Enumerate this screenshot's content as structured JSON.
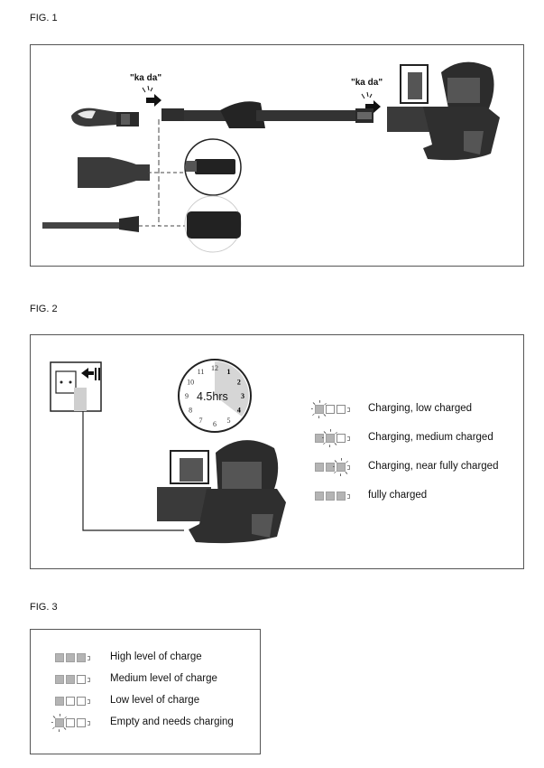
{
  "fig1": {
    "label": "FIG. 1",
    "callout_left": "\"ka da\"",
    "callout_right": "\"ka da\""
  },
  "fig2": {
    "label": "FIG. 2",
    "timer_text": "4.5hrs",
    "clock_numbers": [
      "12",
      "1",
      "2",
      "3",
      "4",
      "5",
      "6",
      "7",
      "8",
      "9",
      "10",
      "11"
    ],
    "legend": [
      {
        "text": "Charging, low charged",
        "filled": 1,
        "blinking": 0
      },
      {
        "text": "Charging, medium charged",
        "filled": 2,
        "blinking": 1
      },
      {
        "text": "Charging, near fully charged",
        "filled": 3,
        "blinking": 2
      },
      {
        "text": "fully charged",
        "filled": 3,
        "blinking": -1
      }
    ]
  },
  "fig3": {
    "label": "FIG. 3",
    "legend": [
      {
        "text": "High level of charge",
        "filled": 3,
        "blinking": -1
      },
      {
        "text": "Medium level of charge",
        "filled": 2,
        "blinking": -1
      },
      {
        "text": "Low level of charge",
        "filled": 1,
        "blinking": -1
      },
      {
        "text": "Empty and needs charging",
        "filled": 1,
        "blinking": 0
      }
    ]
  },
  "colors": {
    "frame": "#555555",
    "device_dark": "#2a2a2a",
    "device_mid": "#4a4a4a",
    "battery_fill": "#b4b4b4",
    "clock_face_fill": "#d6d6d6"
  }
}
